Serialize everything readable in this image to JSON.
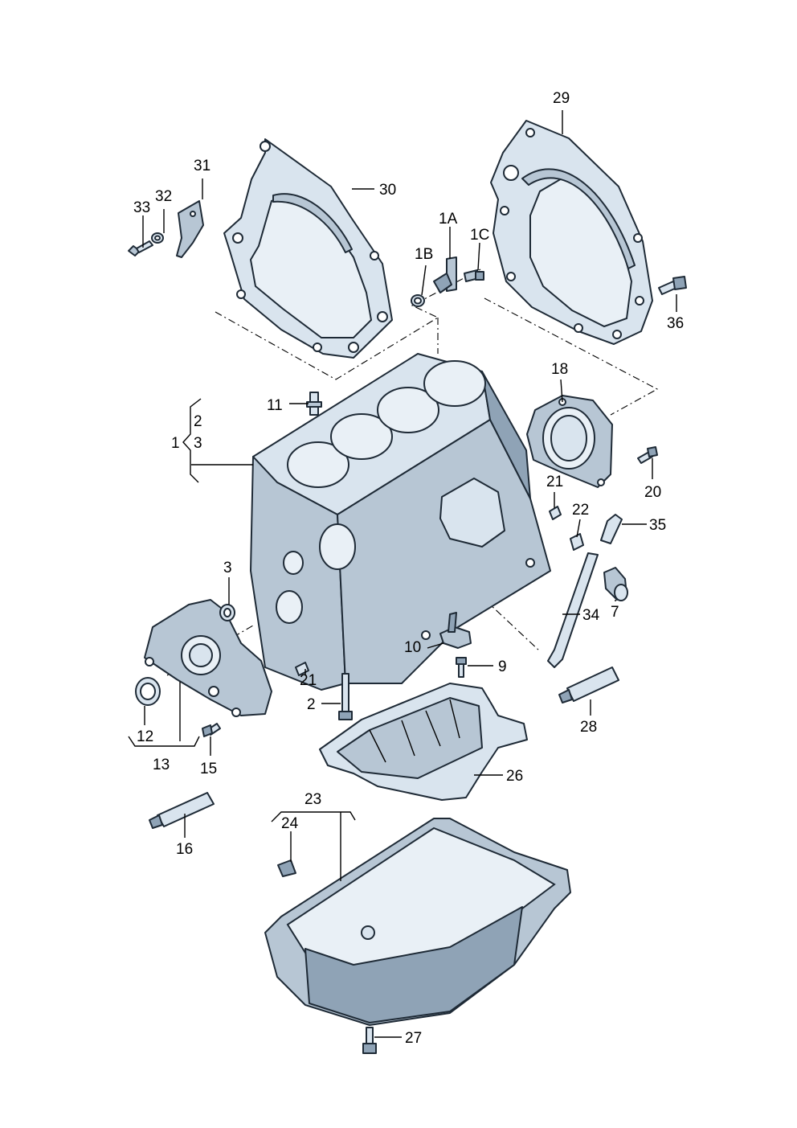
{
  "callouts": {
    "p1": "1",
    "p1a": "1A",
    "p1b": "1B",
    "p1c": "1C",
    "p2top": "2",
    "p2": "2",
    "p3top": "3",
    "p3": "3",
    "p7": "7",
    "p9": "9",
    "p10": "10",
    "p11": "11",
    "p12": "12",
    "p13": "13",
    "p15": "15",
    "p16": "16",
    "p18": "18",
    "p20": "20",
    "p21a": "21",
    "p21b": "21",
    "p22": "22",
    "p23": "23",
    "p24": "24",
    "p26": "26",
    "p27": "27",
    "p28": "28",
    "p29": "29",
    "p30": "30",
    "p31": "31",
    "p32": "32",
    "p33": "33",
    "p34": "34",
    "p35": "35",
    "p36": "36"
  },
  "parts": {
    "engine_block": "cylinder-block",
    "oil_pan": "oil-sump",
    "baffle": "oil-baffle",
    "front_plate": "intermediate-plate-front",
    "rear_plate": "intermediate-plate-rear",
    "seal_flange": "sealing-flange",
    "oil_pump_housing": "oil-pump-housing",
    "sealant_tube": "sealant-tube"
  }
}
